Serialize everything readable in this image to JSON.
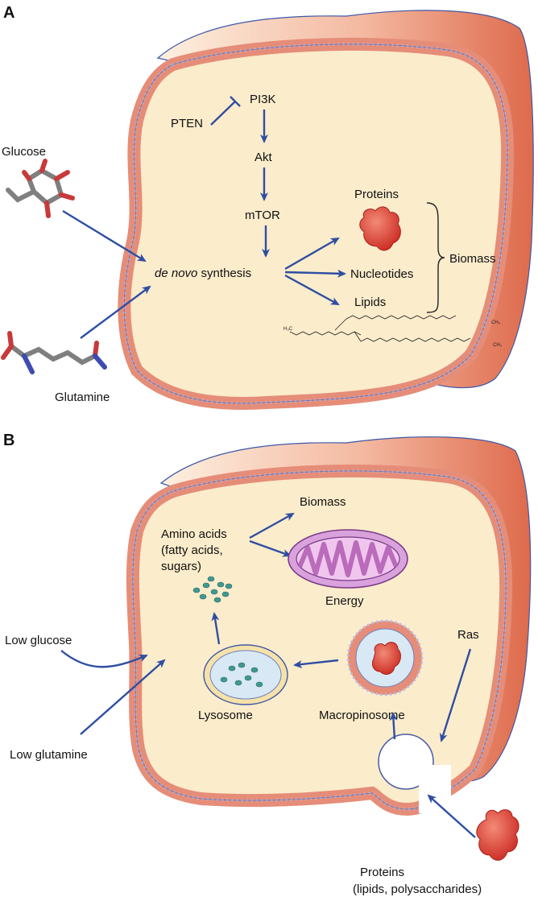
{
  "panel_a": {
    "letter": "A",
    "pi3k": "PI3K",
    "pten": "PTEN",
    "akt": "Akt",
    "mtor": "mTOR",
    "glucose": "Glucose",
    "glutamine": "Glutamine",
    "synthesis_italic": "de novo",
    "synthesis_rest": " synthesis",
    "proteins": "Proteins",
    "nucleotides": "Nucleotides",
    "lipids": "Lipids",
    "biomass": "Biomass"
  },
  "panel_b": {
    "letter": "B",
    "biomass": "Biomass",
    "amino_acids_line1": "Amino acids",
    "amino_acids_line2": "(fatty acids,",
    "amino_acids_line3": "sugars)",
    "energy": "Energy",
    "low_glucose": "Low glucose",
    "low_glutamine": "Low glutamine",
    "lysosome": "Lysosome",
    "macropinosome": "Macropinosome",
    "ras": "Ras",
    "proteins_line1": "Proteins",
    "proteins_line2": "(lipids, polysaccharides)"
  },
  "colors": {
    "arrow": "#2f4ea3",
    "cytoplasm": "#fbeccb",
    "membrane_red": "#e58d78",
    "lipid_head": "#b8bee8",
    "protein_red": "#d8322a",
    "mitochondria": "#d9a2dc",
    "lysosome_fill": "#d8e8f4",
    "vesicle_dot": "#3f9990"
  }
}
